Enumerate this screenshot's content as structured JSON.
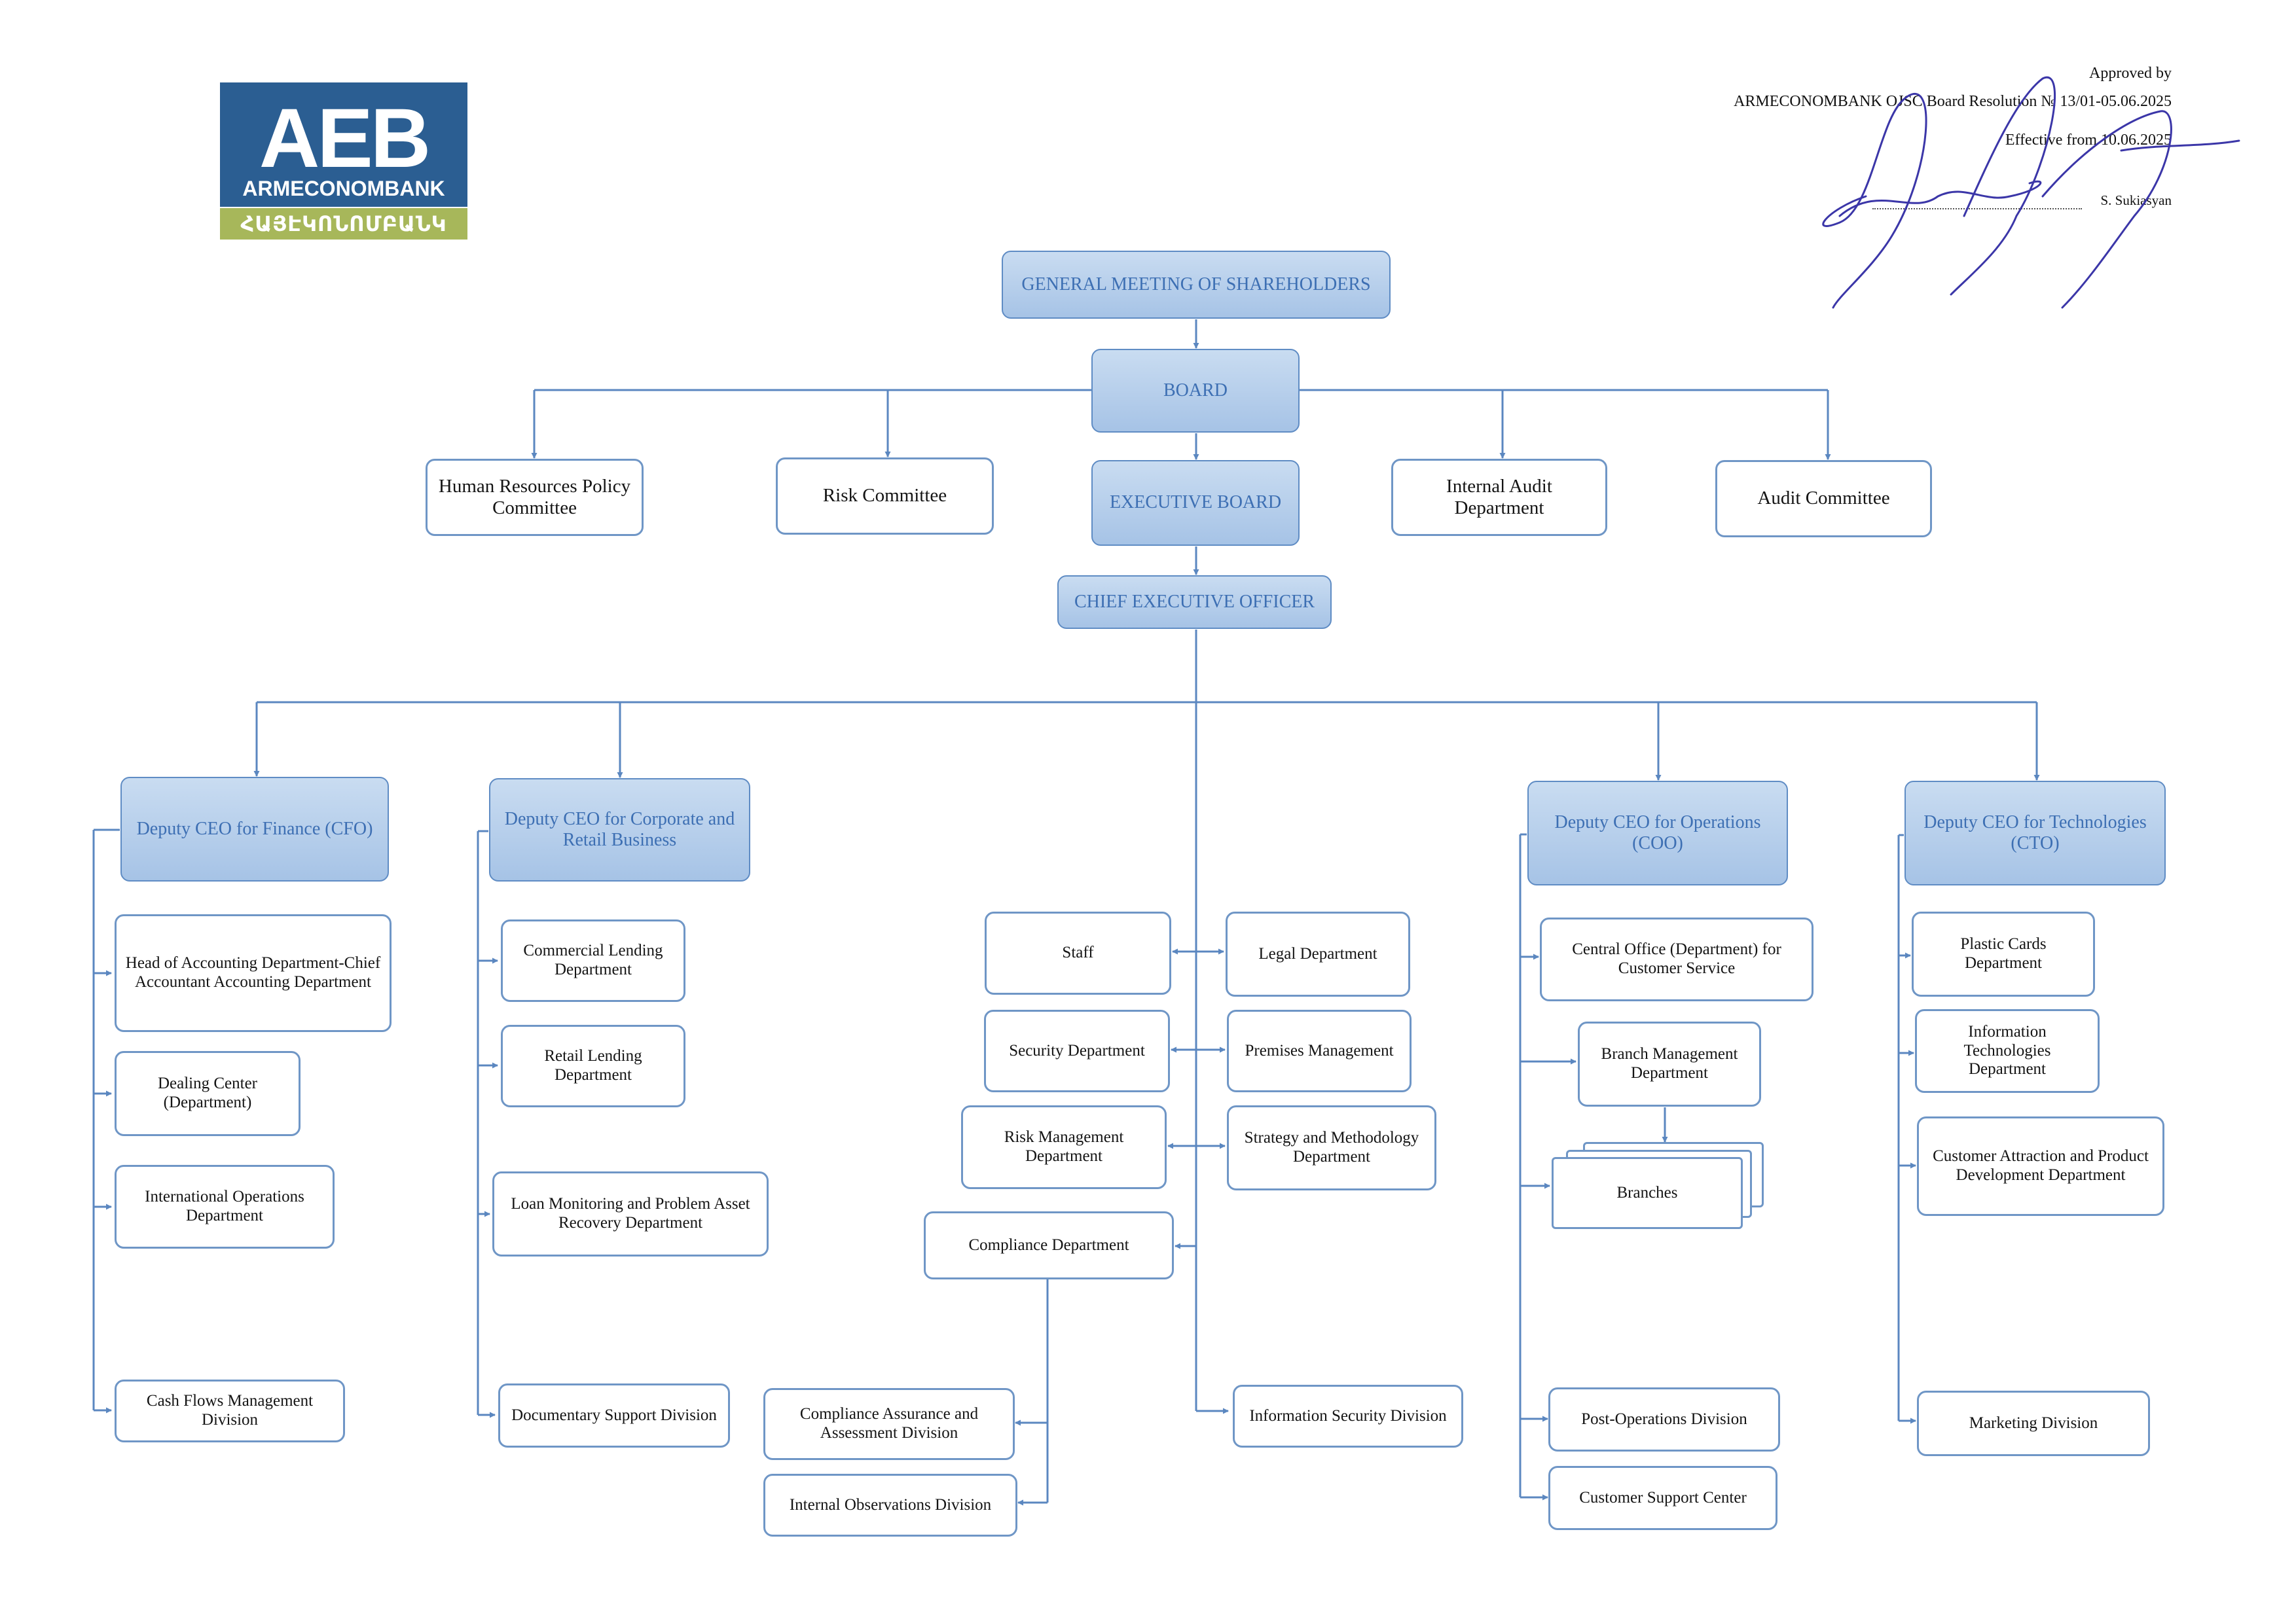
{
  "logo": {
    "mark": "AEB",
    "name": "ARMECONOMBANK",
    "armenian": "ՀԱՅԷԿՈՆՈՄԲԱՆԿ"
  },
  "approval": {
    "line1": "Approved by",
    "line2": "ARMECONOMBANK OJSC Board Resolution № 13/01-05.06.2025",
    "line3": "Effective from 10.06.2025",
    "signatory": "S. Sukiasyan"
  },
  "top": {
    "general_meeting": "GENERAL MEETING OF SHAREHOLDERS",
    "board": "BOARD",
    "executive_board": "EXECUTIVE BOARD",
    "ceo": "CHIEF EXECUTIVE OFFICER"
  },
  "committees": {
    "hr_policy": "Human Resources Policy Committee",
    "risk": "Risk Committee",
    "internal_audit": "Internal Audit Department",
    "audit": "Audit Committee"
  },
  "finance": {
    "head": "Deputy CEO for Finance (CFO)",
    "units": [
      "Head of Accounting Department-Chief Accountant Accounting Department",
      "Dealing Center (Department)",
      "International Operations Department",
      "Cash Flows Management Division"
    ]
  },
  "business": {
    "head": "Deputy CEO for Corporate and Retail Business",
    "units": [
      "Commercial Lending Department",
      "Retail Lending Department",
      "Loan Monitoring and Problem Asset Recovery Department",
      "Documentary Support Division"
    ]
  },
  "ceo_units": {
    "staff": "Staff",
    "legal": "Legal Department",
    "security": "Security Department",
    "premises": "Premises Management",
    "risk_mgmt": "Risk Management Department",
    "strategy": "Strategy and Methodology Department",
    "compliance": "Compliance Department",
    "compliance_assurance": "Compliance Assurance and Assessment Division",
    "internal_observations": "Internal Observations Division",
    "info_security": "Information Security Division"
  },
  "operations": {
    "head": "Deputy CEO for Operations (COO)",
    "units": [
      "Central Office (Department) for Customer Service",
      "Branch Management Department",
      "Branches",
      "Post-Operations Division",
      "Customer Support Center"
    ]
  },
  "technologies": {
    "head": "Deputy CEO for Technologies (CTO)",
    "units": [
      "Plastic Cards Department",
      "Information Technologies Department",
      "Customer Attraction and Product Development Department",
      "Marketing Division"
    ]
  }
}
